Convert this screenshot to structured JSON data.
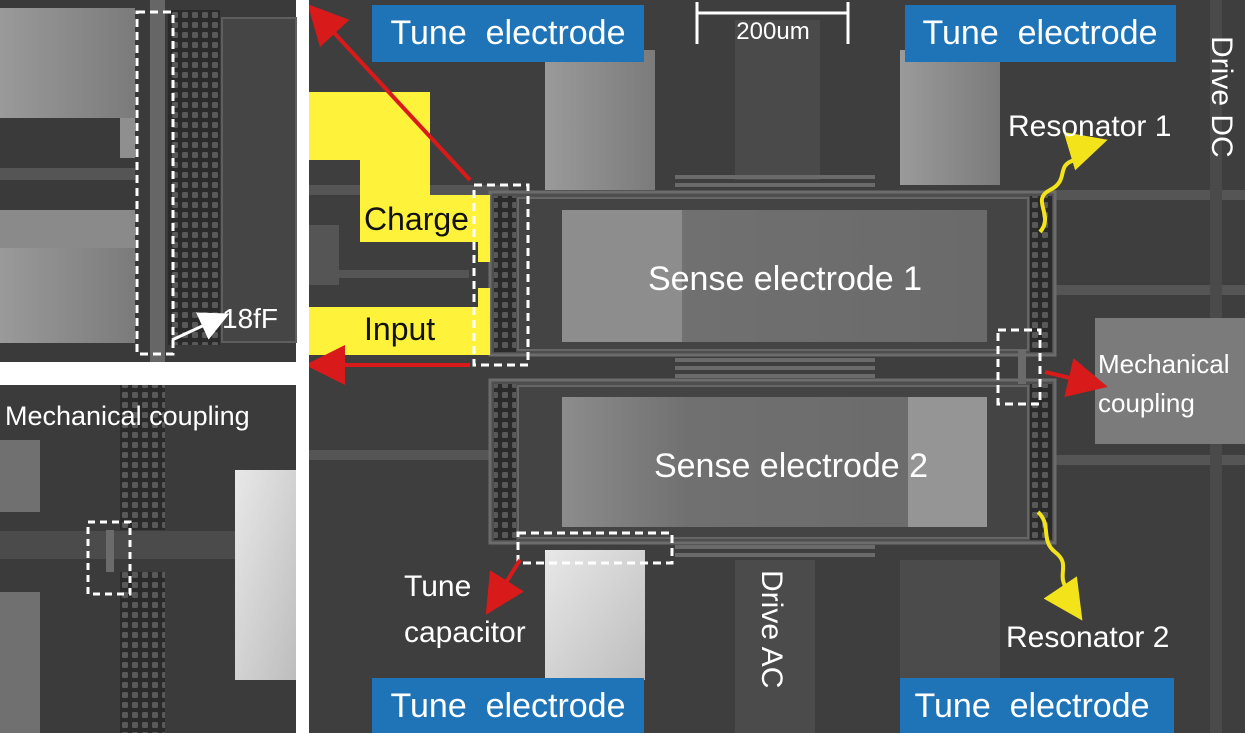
{
  "labels": {
    "tune_top_left": "Tune  electrode",
    "tune_top_right": "Tune  electrode",
    "tune_bottom_left": "Tune  electrode",
    "tune_bottom_right": "Tune  electrode",
    "scale_bar": "200um",
    "drive_dc": "Drive DC",
    "drive_ac": "Drive AC",
    "resonator_1": "Resonator 1",
    "resonator_2": "Resonator 2",
    "charge": "Charge",
    "input": "Input",
    "sense_1": "Sense electrode 1",
    "sense_2": "Sense electrode 2",
    "mech_coupling_main_line1": "Mechanical",
    "mech_coupling_main_line2": "coupling",
    "tune_capacitor_line1": "Tune",
    "tune_capacitor_line2": "capacitor",
    "inset_capacitance": "18fF",
    "inset_mech_coupling": "Mechanical coupling"
  },
  "colors": {
    "label_box": "#1f74b8",
    "charge_input_pad": "#fff23a",
    "arrow": "#d91a1a",
    "wave": "#f3e31a",
    "sem_background": "#3d3d3d",
    "sem_light": "#8a8a8a"
  }
}
